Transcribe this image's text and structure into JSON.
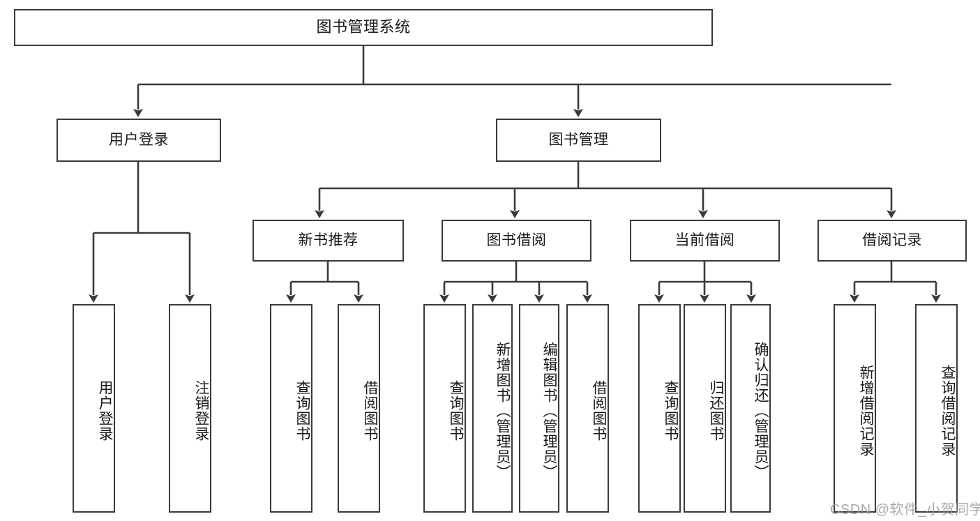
{
  "diagram": {
    "title": "图书管理系统",
    "type": "tree-hierarchy",
    "orientation": "top-down",
    "box_fill": "#ffffff",
    "box_stroke": "#3a3a3a",
    "text_color": "#1a1a1a",
    "background": "#ffffff"
  },
  "root": {
    "label": "图书管理系统"
  },
  "level1": [
    {
      "label": "用户登录"
    },
    {
      "label": "图书管理"
    }
  ],
  "level2": [
    {
      "label": "新书推荐"
    },
    {
      "label": "图书借阅"
    },
    {
      "label": "当前借阅"
    },
    {
      "label": "借阅记录"
    }
  ],
  "leaves": {
    "user_login": [
      {
        "label": "用户登录"
      },
      {
        "label": "注销登录"
      }
    ],
    "new_book_recommend": [
      {
        "label": "查询图书"
      },
      {
        "label": "借阅图书"
      }
    ],
    "book_borrow": [
      {
        "label": "查询图书"
      },
      {
        "label": "新增图书（管理员）"
      },
      {
        "label": "编辑图书（管理员）"
      },
      {
        "label": "借阅图书"
      }
    ],
    "current_borrow": [
      {
        "label": "查询图书"
      },
      {
        "label": "归还图书"
      },
      {
        "label": "确认归还（管理员）"
      }
    ],
    "borrow_record": [
      {
        "label": "新增借阅记录"
      },
      {
        "label": "查询借阅记录"
      }
    ]
  },
  "watermark": {
    "text": "CSDN @软件_小贺同学"
  }
}
